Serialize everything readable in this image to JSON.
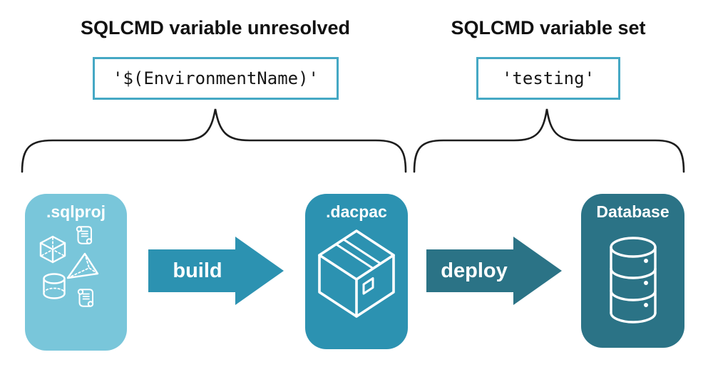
{
  "annotations": {
    "left": {
      "heading": "SQLCMD variable unresolved",
      "code": "'$(EnvironmentName)'"
    },
    "right": {
      "heading": "SQLCMD variable set",
      "code": "'testing'"
    }
  },
  "pipeline": {
    "stages": [
      {
        "label": ".sqlproj",
        "icon": "sql-objects-icon"
      },
      {
        "label": ".dacpac",
        "icon": "package-box-icon"
      },
      {
        "label": "Database",
        "icon": "database-cylinder-icon"
      }
    ],
    "arrows": [
      {
        "label": "build"
      },
      {
        "label": "deploy"
      }
    ]
  },
  "icons": {
    "sql_objects": "cube, pyramid, cylinder and two script scrolls",
    "package_box": "isometric sealed package box with label",
    "database_cylinder": "three-tier database cylinder with indicator dots"
  },
  "colors": {
    "light_blue": "#79c6da",
    "mid_teal": "#2c92b1",
    "dark_teal": "#2b7386",
    "code_box_border": "#45a8c4",
    "brace_stroke": "#1d1d1d",
    "icon_stroke": "#ffffff",
    "heading_text": "#111111"
  }
}
